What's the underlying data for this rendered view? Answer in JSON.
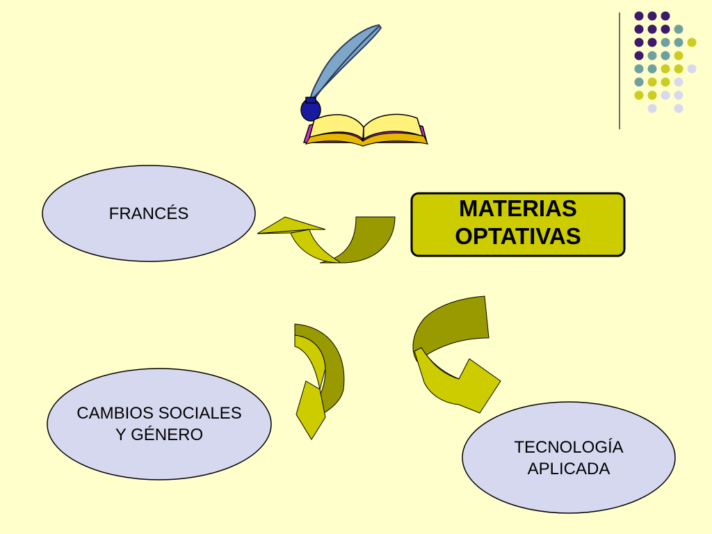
{
  "slide": {
    "central_box": {
      "line1": "MATERIAS",
      "line2": "OPTATIVAS"
    },
    "nodes": {
      "frances": {
        "label": "FRANCÉS"
      },
      "cambios": {
        "line1": "CAMBIOS SOCIALES",
        "line2": "Y GÉNERO"
      },
      "tecnologia": {
        "line1": "TECNOLOGÍA",
        "line2": "APLICADA"
      }
    },
    "colors": {
      "background": "#FFFFCC",
      "oval_fill": "#D6D8F0",
      "box_fill": "#CCCC00",
      "arrow_fill": "#CCCC00",
      "arrow_shadow": "#999900",
      "dot_purple": "#3D1A6B",
      "dot_teal": "#6FA0A0",
      "dot_yellow": "#CCCC22",
      "dot_lavender": "#D9D9EE"
    },
    "icons": [
      "quill-icon",
      "ink-bottle-icon",
      "open-book-icon"
    ]
  }
}
